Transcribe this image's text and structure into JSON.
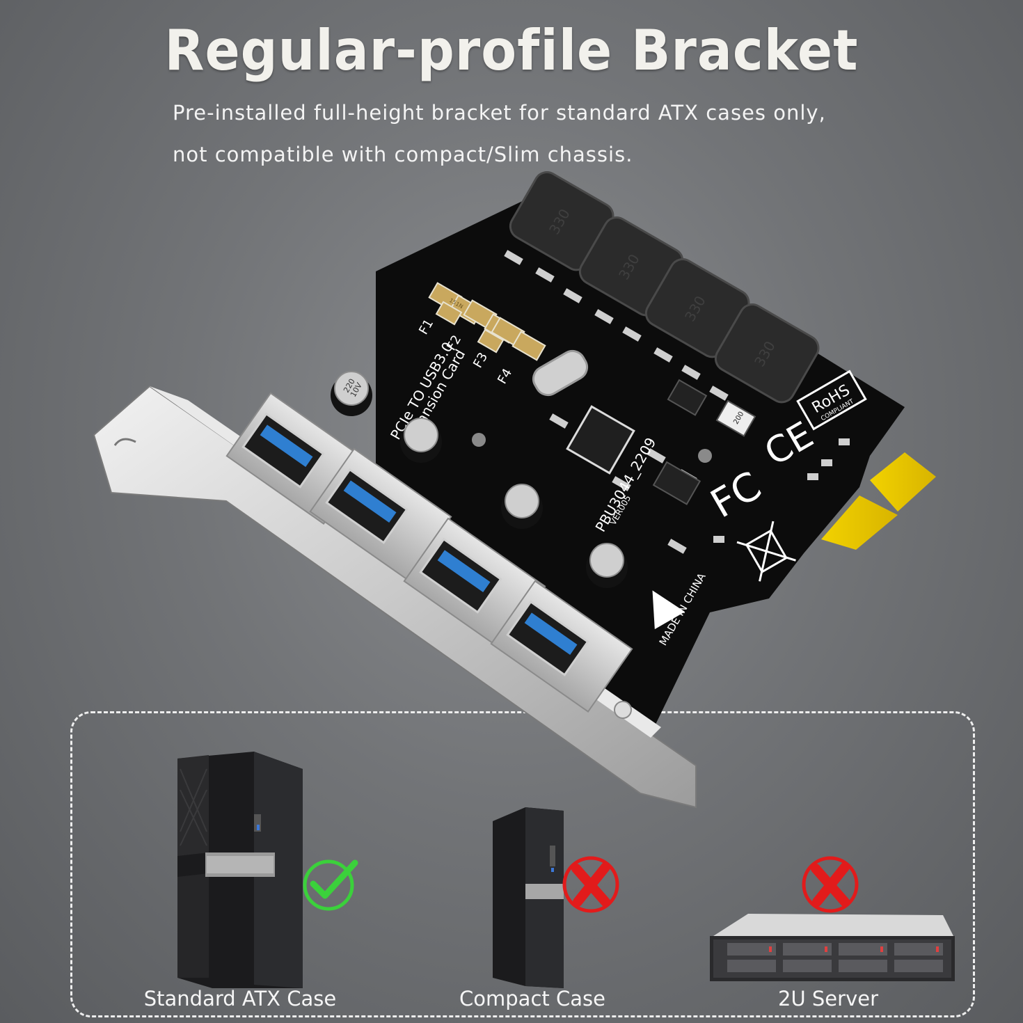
{
  "header": {
    "title": "Regular-profile Bracket",
    "description_line1": "Pre-installed full-height bracket for standard ATX cases only,",
    "description_line2": "not compatible with compact/Slim chassis."
  },
  "card": {
    "board_labels": {
      "product_text_line1": "PCIe TO USB3.0",
      "product_text_line2": "Expansion Card",
      "model": "PBU3044_2209",
      "version": "VER005",
      "fuse_labels": [
        "F1",
        "F2",
        "F3",
        "F4"
      ],
      "fuse_marking": "151N",
      "inductor_marking": "330",
      "capacitor_marking_line1": "220",
      "capacitor_marking_line2": "10V",
      "rohs": "RoHS",
      "rohs_sub": "COMPLIANT",
      "ce": "CE",
      "fc": "FC",
      "origin": "MADE IN CHINA",
      "resistor": "200"
    },
    "usb_port_count": 4,
    "usb_port_color": "#2f7fd1"
  },
  "compatibility": {
    "items": [
      {
        "label": "Standard ATX Case",
        "status": "compatible",
        "icon": "check-icon"
      },
      {
        "label": "Compact Case",
        "status": "incompatible",
        "icon": "cross-icon"
      },
      {
        "label": "2U Server",
        "status": "incompatible",
        "icon": "cross-icon"
      }
    ],
    "check_color": "#3bd13b",
    "cross_color": "#e21b1b"
  }
}
